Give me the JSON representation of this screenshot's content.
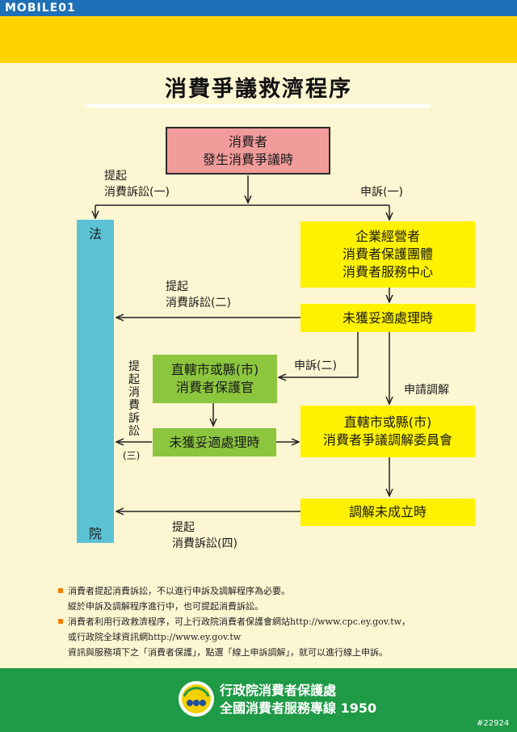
{
  "header": {
    "logo_text": "MOBILE01"
  },
  "title": "消費爭議救濟程序",
  "boxes": {
    "consumer": [
      "消費者",
      "發生消費爭議時"
    ],
    "business": [
      "企業經營者",
      "消費者保護團體",
      "消費者服務中心"
    ],
    "not_resolved_1": "未獲妥適處理時",
    "officer": [
      "直轄市或縣(市)",
      "消費者保護官"
    ],
    "not_resolved_2": "未獲妥適處理時",
    "mediation": [
      "直轄市或縣(市)",
      "消費者爭議調解委員會"
    ],
    "mediation_failed": "調解未成立時"
  },
  "court": {
    "top": "法",
    "bottom": "院"
  },
  "labels": {
    "lawsuit_1": [
      "提起",
      "消費訴訟(一)"
    ],
    "complaint_1": "申訴(一)",
    "lawsuit_2": [
      "提起",
      "消費訴訟(二)"
    ],
    "complaint_2": "申訴(二)",
    "mediation_apply": "申請調解",
    "lawsuit_3_vertical": [
      "提",
      "起",
      "消",
      "費",
      "訴",
      "訟"
    ],
    "lawsuit_3_num": "(三)",
    "lawsuit_4": [
      "提起",
      "消費訴訟(四)"
    ]
  },
  "notes": [
    "消費者提起消費訴訟，不以進行申訴及調解程序為必要。",
    "縱於申訴及調解程序進行中，也可提起消費訴訟。",
    "消費者利用行政救濟程序，可上行政院消費者保護會網站http://www.cpc.ey.gov.tw，",
    "或行政院全球資訊網http://www.ey.gov.tw",
    "資訊與服務項下之「消費者保護」，點選「線上申訴調解」，就可以進行線上申訴。"
  ],
  "footer": {
    "agency": "行政院消費者保護處",
    "hotline": "全國消費者服務專線 1950",
    "watermark": "#22924"
  },
  "colors": {
    "consumer_box": "#f29b9b",
    "yellow_box": "#fff200",
    "green_box": "#8cc63f",
    "court": "#5bc2d6",
    "footer": "#1f9a46",
    "header_band": "#ffd200",
    "bullet": "#f07d00"
  },
  "icons": {
    "seal": "consumer-protection-seal-icon"
  }
}
